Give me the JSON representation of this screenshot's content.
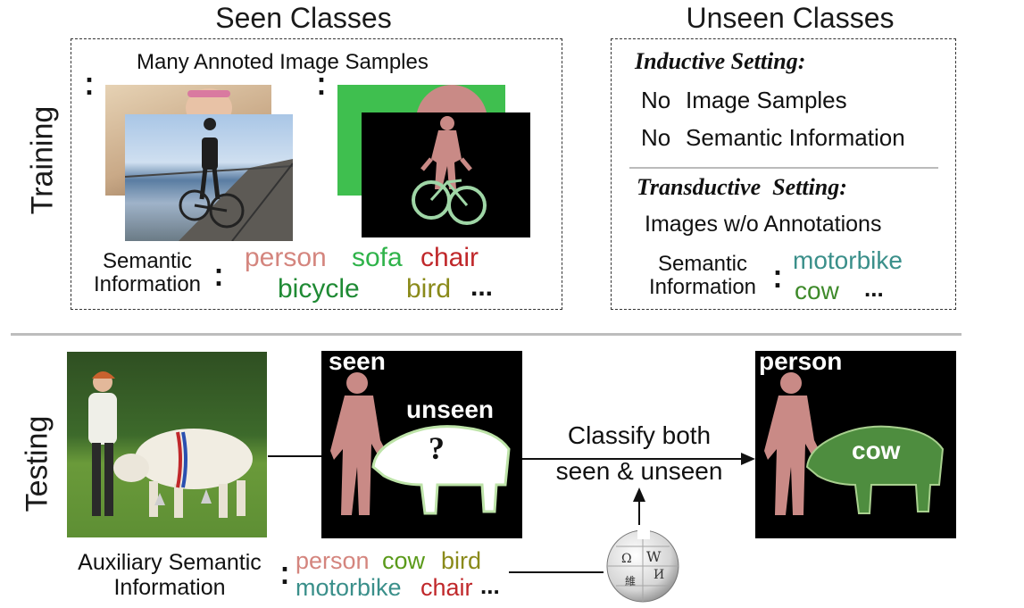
{
  "training": {
    "side_label": "Training",
    "seen_title": "Seen Classes",
    "unseen_title": "Unseen Classes",
    "many_samples": "Many Annoted Image Samples",
    "semantic_label_line1": "Semantic",
    "semantic_label_line2": "Information",
    "colon": ":",
    "seen_classes": [
      {
        "name": "person",
        "color": "#d4857e"
      },
      {
        "name": "sofa",
        "color": "#2fb34a"
      },
      {
        "name": "chair",
        "color": "#c0282b"
      },
      {
        "name": "bicycle",
        "color": "#1f8a34"
      },
      {
        "name": "bird",
        "color": "#8a8a1a"
      }
    ],
    "ellipsis": "...",
    "inductive_title": "Inductive Setting:",
    "no_label": "No",
    "no_images": "Image Samples",
    "no_semantic": "Semantic Information",
    "transductive_title": "Transductive  Setting:",
    "images_wo": "Images w/o Annotations",
    "unseen_classes": [
      {
        "name": "motorbike",
        "color": "#3a8f8a"
      },
      {
        "name": "cow",
        "color": "#3e8a2a"
      }
    ]
  },
  "testing": {
    "side_label": "Testing",
    "seen_tag": "seen",
    "unseen_tag": "unseen",
    "question": "?",
    "classify_line1": "Classify both",
    "classify_line2": "seen & unseen",
    "person_tag": "person",
    "cow_tag": "cow",
    "aux_line1": "Auxiliary Semantic",
    "aux_line2": "Information",
    "aux_classes": [
      {
        "name": "person",
        "color": "#d4857e"
      },
      {
        "name": "cow",
        "color": "#5a9a1a"
      },
      {
        "name": "bird",
        "color": "#8a8a1a"
      },
      {
        "name": "motorbike",
        "color": "#3a8f8a"
      },
      {
        "name": "chair",
        "color": "#c0282b"
      }
    ],
    "ellipsis": "...",
    "globe_glyphs": [
      "Ω",
      "W",
      "И",
      "維"
    ]
  },
  "colors": {
    "mask_person": "#c98a86",
    "mask_cow": "#4e8d3f",
    "mask_bg": "#000000",
    "sofa_green": "#3fbf4f"
  }
}
